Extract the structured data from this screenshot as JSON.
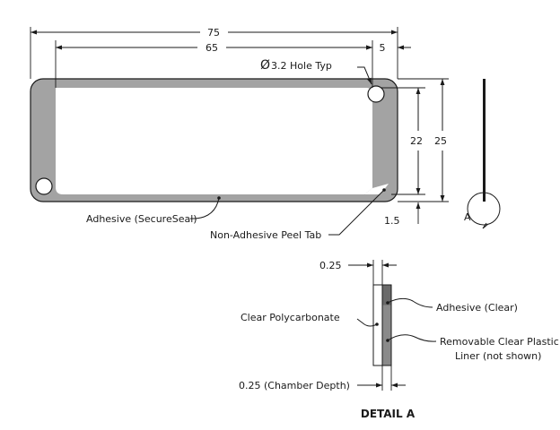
{
  "dimensions": {
    "overall_length": "75",
    "inner_length": "65",
    "edge_offset": "5",
    "inner_height": "22",
    "overall_height": "25",
    "border_width": "1.5",
    "hole_symbol": "Ø",
    "hole_label": "3.2 Hole Typ"
  },
  "callouts": {
    "adhesive_secureseal": "Adhesive (SecureSeal)",
    "non_adhesive_tab": "Non-Adhesive Peel Tab"
  },
  "side_view": {
    "detail_marker": "A"
  },
  "detail": {
    "top_dim": "0.25",
    "bottom_dim": "0.25 (Chamber Depth)",
    "polycarbonate": "Clear Polycarbonate",
    "adhesive_clear": "Adhesive (Clear)",
    "liner_line1": "Removable Clear Plastic",
    "liner_line2": "Liner (not shown)",
    "title": "DETAIL A"
  },
  "colors": {
    "line": "#1a1a1a",
    "adhesive_gray": "#a3a3a3",
    "detail_gray": "#8a8a8a",
    "detail_dark": "#6a6a6a",
    "liner_white": "#ffffff"
  }
}
